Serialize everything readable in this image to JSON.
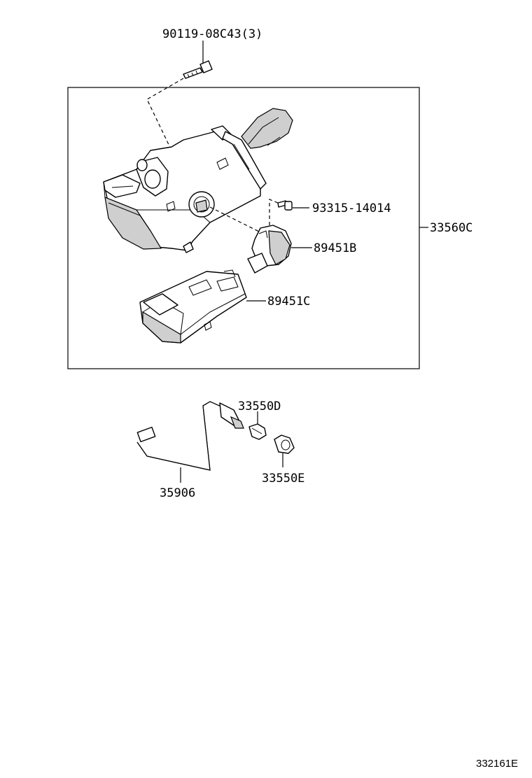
{
  "callouts": {
    "bolt": "90119-08C43(3)",
    "screw": "93315-14014",
    "assembly": "33560C",
    "knob": "89451B",
    "indicator": "89451C",
    "bulb_socket": "33550D",
    "bulb": "33550E",
    "harness": "35906"
  },
  "figure_ref": "332161E"
}
